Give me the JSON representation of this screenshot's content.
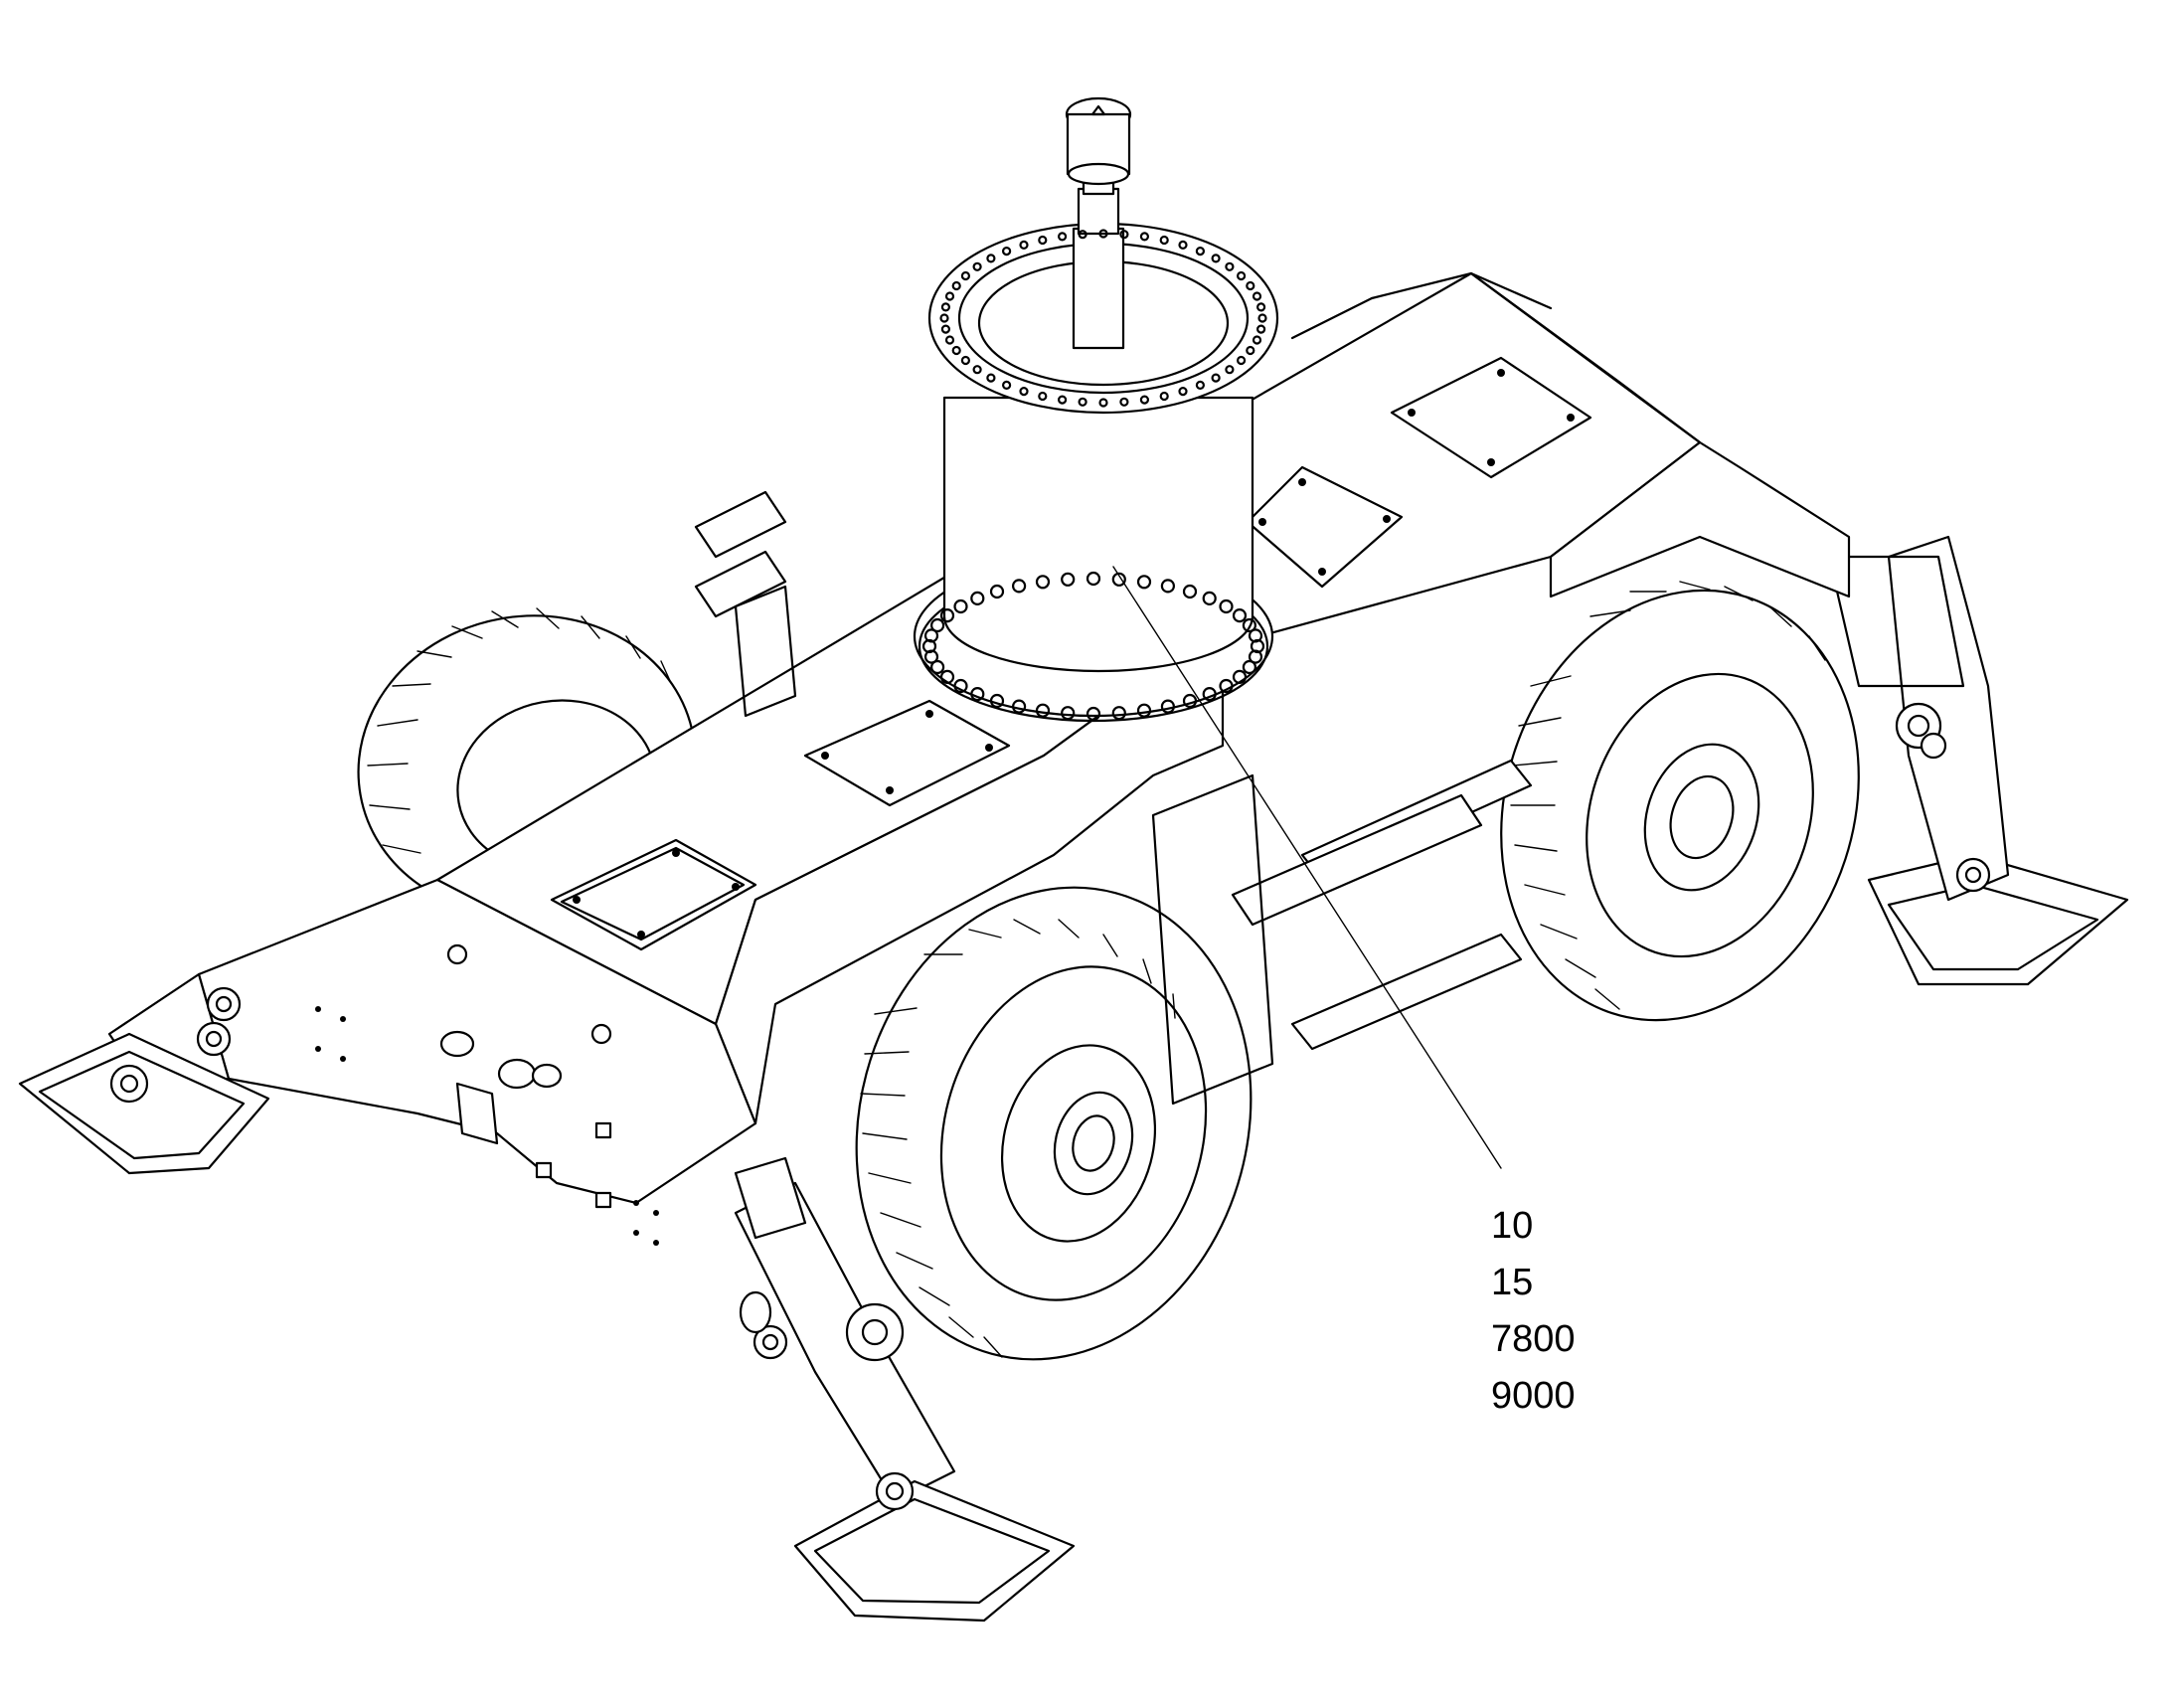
{
  "figure": {
    "callout_labels": [
      "10",
      "15",
      "7800",
      "9000"
    ],
    "line_color": "#000000",
    "background_color": "#ffffff"
  },
  "icons": {
    "machine": "undercarriage-with-outriggers-illustration",
    "central_part": "slewing-ring-cylinder-assembly"
  }
}
